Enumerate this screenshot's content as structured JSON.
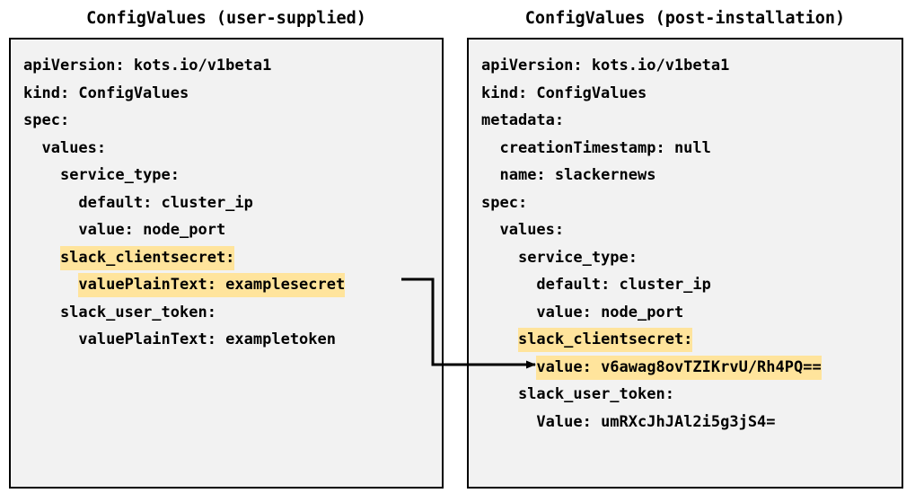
{
  "diagram": {
    "type": "flow-comparison",
    "connector": {
      "label": "",
      "from": "user-supplied slack_clientsecret valuePlainText",
      "to": "post-installation slack_clientsecret value",
      "color": "#000000"
    },
    "highlight_color": "#ffe49c",
    "panel_background": "#f2f2f2",
    "border_color": "#000000"
  },
  "left_panel": {
    "title": "ConfigValues (user-supplied)",
    "lines": [
      {
        "indent": 0,
        "text": "apiVersion: kots.io/v1beta1",
        "highlight": false
      },
      {
        "indent": 0,
        "text": "kind: ConfigValues",
        "highlight": false
      },
      {
        "indent": 0,
        "text": "spec:",
        "highlight": false
      },
      {
        "indent": 1,
        "text": "values:",
        "highlight": false
      },
      {
        "indent": 2,
        "text": "service_type:",
        "highlight": false
      },
      {
        "indent": 3,
        "text": "default: cluster_ip",
        "highlight": false
      },
      {
        "indent": 3,
        "text": "value: node_port",
        "highlight": false
      },
      {
        "indent": 2,
        "text": "slack_clientsecret:",
        "highlight": true
      },
      {
        "indent": 3,
        "text": "valuePlainText: examplesecret",
        "highlight": true
      },
      {
        "indent": 2,
        "text": "slack_user_token:",
        "highlight": false
      },
      {
        "indent": 3,
        "text": "valuePlainText: exampletoken",
        "highlight": false
      }
    ]
  },
  "right_panel": {
    "title": "ConfigValues (post-installation)",
    "lines": [
      {
        "indent": 0,
        "text": "apiVersion: kots.io/v1beta1",
        "highlight": false
      },
      {
        "indent": 0,
        "text": "kind: ConfigValues",
        "highlight": false
      },
      {
        "indent": 0,
        "text": "metadata:",
        "highlight": false
      },
      {
        "indent": 1,
        "text": "creationTimestamp: null",
        "highlight": false
      },
      {
        "indent": 1,
        "text": "name: slackernews",
        "highlight": false
      },
      {
        "indent": 0,
        "text": "spec:",
        "highlight": false
      },
      {
        "indent": 1,
        "text": "values:",
        "highlight": false
      },
      {
        "indent": 2,
        "text": "service_type:",
        "highlight": false
      },
      {
        "indent": 3,
        "text": "default: cluster_ip",
        "highlight": false
      },
      {
        "indent": 3,
        "text": "value: node_port",
        "highlight": false
      },
      {
        "indent": 2,
        "text": "slack_clientsecret:",
        "highlight": true
      },
      {
        "indent": 3,
        "text": "value: v6awag8ovTZIKrvU/Rh4PQ==",
        "highlight": true
      },
      {
        "indent": 2,
        "text": "slack_user_token:",
        "highlight": false
      },
      {
        "indent": 3,
        "text": "Value: umRXcJhJAl2i5g3jS4=",
        "highlight": false
      }
    ]
  }
}
